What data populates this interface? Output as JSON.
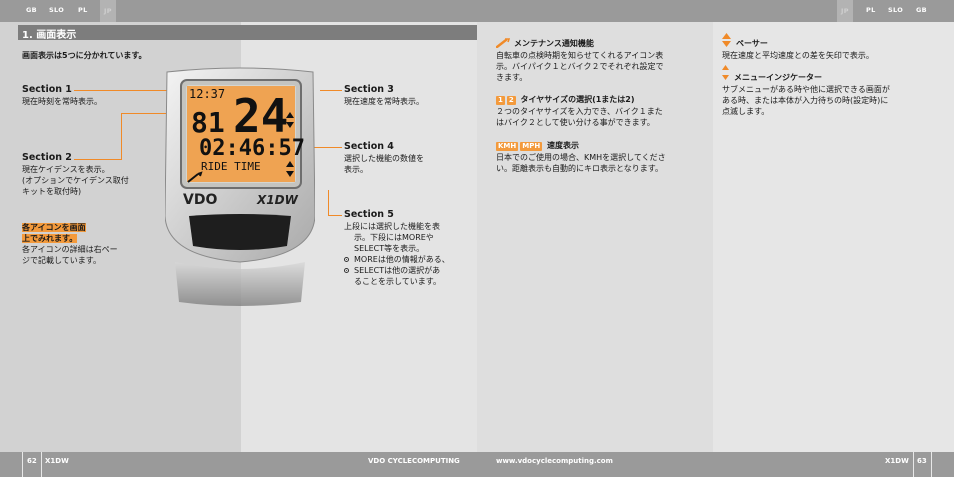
{
  "top_bar": {
    "left_langs": [
      "GB",
      "SLO",
      "PL",
      "JP"
    ],
    "right_langs": [
      "JP",
      "PL",
      "SLO",
      "GB"
    ],
    "active_lang": "JP"
  },
  "heading": "1. 画面表示",
  "intro": "画面表示は5つに分かれています。",
  "section1": {
    "title": "Section 1",
    "desc": "現在時刻を常時表示。"
  },
  "section2": {
    "title": "Section 2",
    "lines": [
      "現在ケイデンスを表示。",
      "(オプションでケイデンス取付",
      "キットを取付時)"
    ]
  },
  "icons_note": {
    "hl_lines": [
      "各アイコンを画面",
      "上でみれます。"
    ],
    "lines": [
      "各アイコンの詳細は右ペー",
      "ジで記載しています。"
    ]
  },
  "section3": {
    "title": "Section 3",
    "desc": "現在速度を常時表示。"
  },
  "section4": {
    "title": "Section 4",
    "lines": [
      "選択した機能の数値を",
      "表示。"
    ]
  },
  "section5": {
    "title": "Section 5",
    "lines": [
      "上段には選択した機能を表",
      "示。下段にはMOREや",
      "SELECT等を表示。"
    ],
    "bullets": [
      [
        "MOREは他の情報がある、"
      ],
      [
        "SELECTは他の選択があ",
        "ることを示しています。"
      ]
    ]
  },
  "device": {
    "time": "12:37",
    "speed": "24",
    "cadence": "81",
    "value": "02:46:57",
    "function": "RIDE TIME",
    "brand": "VDO",
    "model": "X1DW"
  },
  "maintenance": {
    "title": "メンテナンス通知機能",
    "lines": [
      "自転車の点検時期を知らせてくれるアイコン表",
      "示。バイパイク１とバイク２でそれぞれ設定で",
      "きます。"
    ]
  },
  "tire": {
    "badges": [
      "1",
      "2"
    ],
    "title": "タイヤサイズの選択(1または2)",
    "lines": [
      "２つのタイヤサイズを入力でき、バイク１また",
      "はバイク２として使い分ける事ができます。"
    ]
  },
  "speed_unit": {
    "badges": [
      "KMH",
      "MPH"
    ],
    "title": "速度表示",
    "lines": [
      "日本でのご使用の場合、KMHを選択してくださ",
      "い。距離表示も自動的にキロ表示となります。"
    ]
  },
  "pacer": {
    "title": "ペーサー",
    "lines": [
      "現在速度と平均速度との差を矢印で表示。"
    ]
  },
  "menu_indicator": {
    "title": "メニューインジケーター",
    "lines": [
      "サブメニューがある時や他に選択できる画面が",
      "ある時、または本体が入力待ちの時(設定時)に",
      "点滅します。"
    ]
  },
  "footer": {
    "left_page": "62",
    "left_model": "X1DW",
    "left_brand": "VDO CYCLECOMPUTING",
    "right_url": "www.vdocyclecomputing.com",
    "right_model": "X1DW",
    "right_page": "63"
  },
  "colors": {
    "accent": "#f08a28",
    "bar": "#9a9a9a"
  }
}
